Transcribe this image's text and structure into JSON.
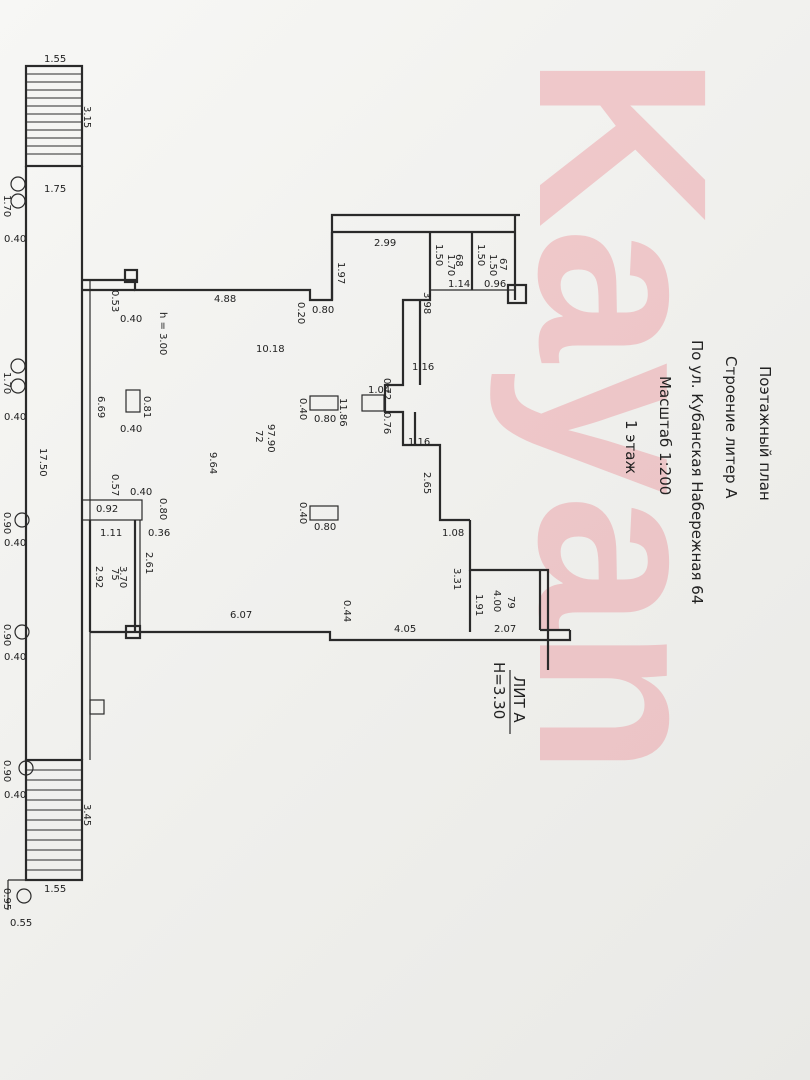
{
  "title_block": {
    "line1": "Поэтажный план",
    "line2": "Строение  литер  А",
    "line3": "По    ул. Кубанская Набережная 64",
    "line4": "Масштаб 1:200",
    "line5": "1  этаж"
  },
  "liter": {
    "name": "ЛИТ А",
    "height": "Н=3.30"
  },
  "watermark": "Kayan",
  "room": {
    "area": "97.90",
    "number": "72",
    "ceiling": "h = 3.00"
  },
  "small_rooms": [
    {
      "number": "68",
      "area": "1.70"
    },
    {
      "number": "67",
      "area": "1.50"
    },
    {
      "number": "79",
      "area": "4.00"
    },
    {
      "number": "75",
      "area": "3.70"
    }
  ],
  "dims": {
    "stair_top_w": "1.55",
    "stair_top_l": "3.15",
    "col_h": "1.75",
    "col1": "1.70",
    "col1_w": "0.40",
    "col2": "1.70",
    "col2_w": "0.40",
    "facade": "17.50",
    "col3": "0.90",
    "col3_w": "0.40",
    "col4": "0.90",
    "col4_w": "0.40",
    "col5": "0.90",
    "col5_w": "0.40",
    "stair_bot_l": "3.45",
    "stair_bot_w": "1.55",
    "col6": "0.95",
    "col6_w": "0.55",
    "d_299": "2.99",
    "d_197": "1.97",
    "d_488": "4.88",
    "d_020": "0.20",
    "d_080a": "0.80",
    "d_053": "0.53",
    "d_040a": "0.40",
    "d_398": "3.98",
    "d_1018": "10.18",
    "d_116a": "1.16",
    "d_104": "1.04",
    "d_072": "0.72",
    "d_040b": "0.40",
    "d_1186": "11.86",
    "d_080b": "0.80",
    "d_076": "0.76",
    "d_669": "6.69",
    "d_081": "0.81",
    "d_040c": "0.40",
    "d_116b": "1.16",
    "d_964": "9.64",
    "d_265": "2.65",
    "d_057": "0.57",
    "d_040d": "0.40",
    "d_092": "0.92",
    "d_080c": "0.80",
    "d_036": "0.36",
    "d_040e": "0.40",
    "d_080d": "0.80",
    "d_108": "1.08",
    "d_111": "1.11",
    "d_261": "2.61",
    "d_292": "2.92",
    "d_331": "3.31",
    "d_191": "1.91",
    "d_607": "6.07",
    "d_044": "0.44",
    "d_405": "4.05",
    "d_207": "2.07",
    "d_150a": "1.50",
    "d_114": "1.14",
    "d_150b": "1.50",
    "d_096": "0.96"
  }
}
